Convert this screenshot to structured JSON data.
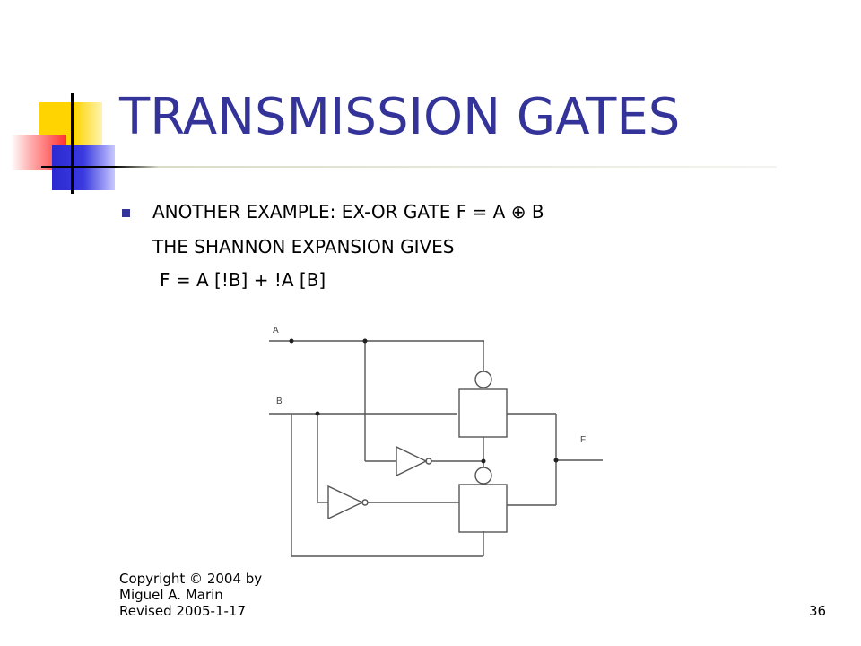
{
  "slide": {
    "title": "TRANSMISSION GATES",
    "title_color": "#333399",
    "body": {
      "line1": "ANOTHER EXAMPLE: EX-OR GATE  F = A ⊕ B",
      "line2": "THE SHANNON EXPANSION GIVES",
      "line3": "F = A [!B]  + !A [B]"
    }
  },
  "circuit": {
    "label_a": "A",
    "label_b": "B",
    "label_f": "F"
  },
  "footer": {
    "copyright_line1": "Copyright © 2004 by",
    "copyright_line2": "Miguel A. Marin",
    "copyright_line3": "Revised 2005-1-17",
    "page_number": "36"
  }
}
